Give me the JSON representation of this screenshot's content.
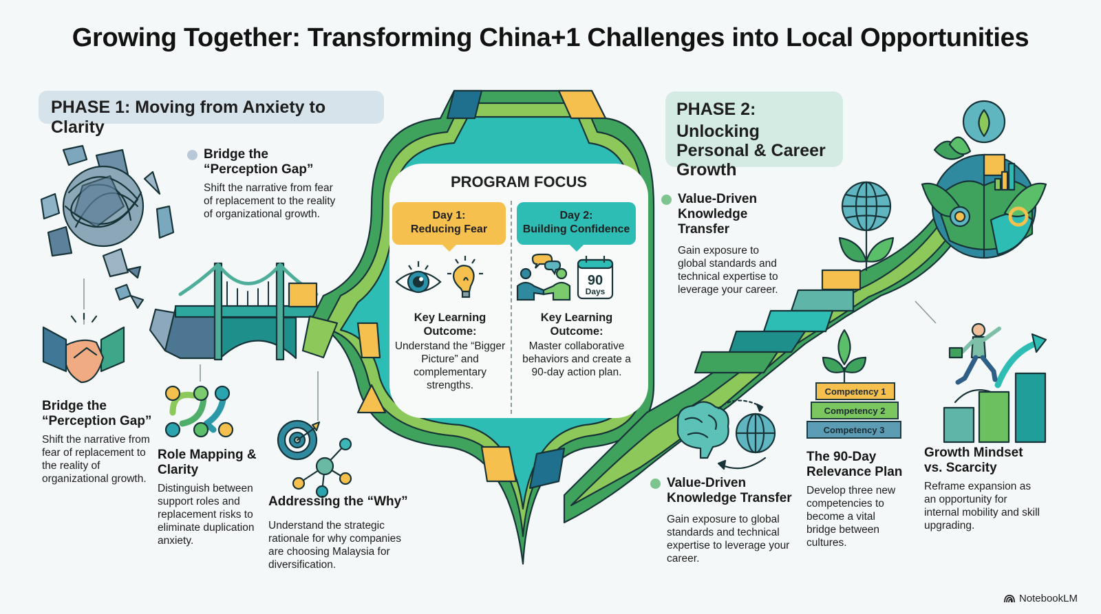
{
  "title": "Growing Together: Transforming China+1 Challenges into Local Opportunities",
  "phase1": {
    "label": "PHASE 1: Moving from Anxiety to Clarity",
    "items": [
      {
        "id": "bridge-gap-top",
        "heading": "Bridge the “Perception Gap”",
        "text": "Shift the narrative from fear of replacement to the reality of organizational growth.",
        "icon": "bridge-icon",
        "dot_color": "#b8c8d8"
      },
      {
        "id": "bridge-gap-bottom",
        "heading": "Bridge the “Perception Gap”",
        "text": "Shift the narrative from fear of replacement to the reality of organizational growth.",
        "icon": "handshake-icon"
      },
      {
        "id": "role-mapping",
        "heading": "Role Mapping & Clarity",
        "text": "Distinguish between support roles and replacement risks to eliminate duplication anxiety.",
        "icon": "path-nodes-icon"
      },
      {
        "id": "addressing-why",
        "heading": "Addressing the “Why”",
        "text": "Understand the strategic rationale for why companies are choosing Malaysia for diversification.",
        "icon": "target-network-icon"
      }
    ],
    "decor_icon": "tangled-fragments-icon"
  },
  "program_focus": {
    "title": "PROGRAM FOCUS",
    "days": [
      {
        "label": "Day 1:",
        "name": "Reducing Fear",
        "color": "#f6c04f",
        "icons": [
          "eye-icon",
          "lightbulb-icon"
        ],
        "outcome_heading": "Key Learning Outcome:",
        "outcome_text": "Understand the “Bigger Picture” and complementary strengths."
      },
      {
        "label": "Day 2:",
        "name": "Building Confidence",
        "color": "#2ebdb4",
        "icons": [
          "people-conversation-icon",
          "calendar-icon"
        ],
        "calendar_number": "90",
        "calendar_unit": "Days",
        "outcome_heading": "Key Learning Outcome:",
        "outcome_text": "Master collaborative behaviors and create a 90-day action plan."
      }
    ]
  },
  "phase2": {
    "label_line1": "PHASE 2:",
    "label_line2": "Unlocking Personal & Career Growth",
    "items": [
      {
        "id": "knowledge-transfer-top",
        "heading": "Value-Driven Knowledge Transfer",
        "text": "Gain exposure to global standards and technical expertise to leverage your career.",
        "dot_color": "#7dc48f"
      },
      {
        "id": "knowledge-transfer-bottom",
        "heading": "Value-Driven Knowledge Transfer",
        "text": "Gain exposure to global standards and technical expertise to leverage your career.",
        "icon": "brain-globe-exchange-icon",
        "dot_color": "#7dc48f"
      },
      {
        "id": "relevance-plan",
        "heading": "The 90-Day Relevance Plan",
        "text": "Develop three new competencies to become a vital bridge between cultures.",
        "icon": "plant-stack-icon",
        "competencies": [
          "Competency 1",
          "Competency 2",
          "Competency 3"
        ]
      },
      {
        "id": "growth-mindset",
        "heading": "Growth Mindset vs. Scarcity",
        "text": "Reframe expansion as an opportunity for internal mobility and skill upgrading.",
        "icon": "climbing-bars-icon"
      }
    ],
    "decor_icon": "growth-globe-icon"
  },
  "colors": {
    "teal": "#2ebdb4",
    "dark_teal": "#1f8f8c",
    "green": "#3fa35e",
    "light_green": "#8cc85a",
    "yellow": "#f6c04f",
    "slate": "#4f7a94",
    "outline": "#173338"
  },
  "brand": "NotebookLM"
}
